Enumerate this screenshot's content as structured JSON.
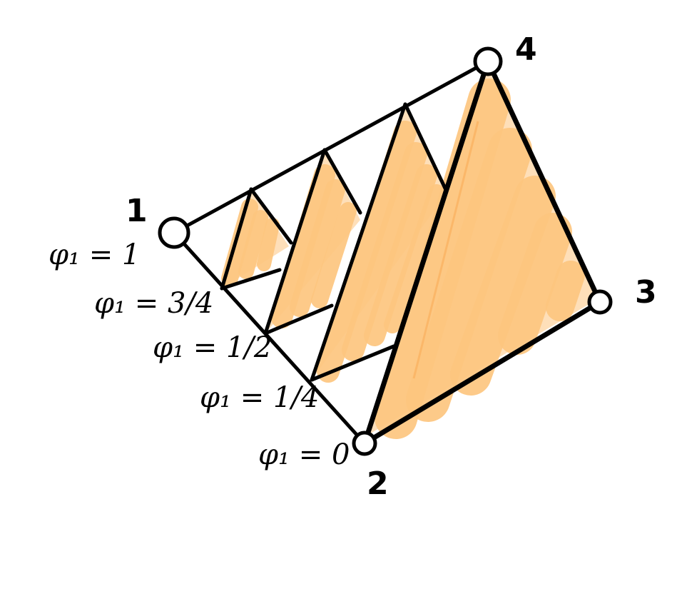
{
  "colors": {
    "ink": "#000000",
    "fill": "#fdc57f",
    "fill_dark": "#fbb463",
    "node_fill": "#ffffff"
  },
  "nodes": {
    "n1": "1",
    "n2": "2",
    "n3": "3",
    "n4": "4"
  },
  "labels": {
    "phi_1": "φ₁ = 1",
    "phi_3_4": "φ₁ = 3/4",
    "phi_1_2": "φ₁ = 1/2",
    "phi_1_4": "φ₁ = 1/4",
    "phi_0": "φ₁ = 0"
  }
}
